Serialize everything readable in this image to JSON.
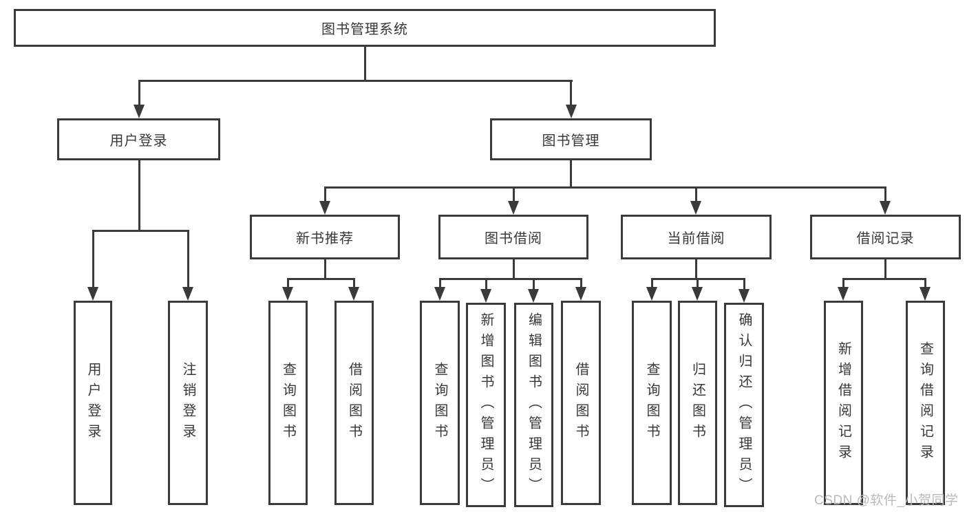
{
  "diagram": {
    "title": "图书管理系统",
    "nodes": {
      "root": "图书管理系统",
      "level2": {
        "user_login": "用户登录",
        "book_management": "图书管理"
      },
      "level3": {
        "new_book_recommendation": "新书推荐",
        "book_borrowing": "图书借阅",
        "current_borrowing": "当前借阅",
        "borrowing_records": "借阅记录"
      },
      "leaves": {
        "user_login": {
          "login": "用户登录",
          "logout": "注销登录"
        },
        "new_book_recommendation": {
          "query_books": "查询图书",
          "borrow_books": "借阅图书"
        },
        "book_borrowing": {
          "query_books": "查询图书",
          "add_books_admin": "新增图书（管理员）",
          "edit_books_admin": "编辑图书（管理员）",
          "borrow_books": "借阅图书"
        },
        "current_borrowing": {
          "query_books": "查询图书",
          "return_books": "归还图书",
          "confirm_return_admin": "确认归还（管理员）"
        },
        "borrowing_records": {
          "add_record": "新增借阅记录",
          "query_record": "查询借阅记录"
        }
      }
    }
  },
  "watermark": {
    "text": "CSDN @软件_小贺同学"
  },
  "colors": {
    "line": "#3a3a3a",
    "text": "#383838",
    "watermark": "#b9b9b9",
    "background": "#ffffff"
  }
}
